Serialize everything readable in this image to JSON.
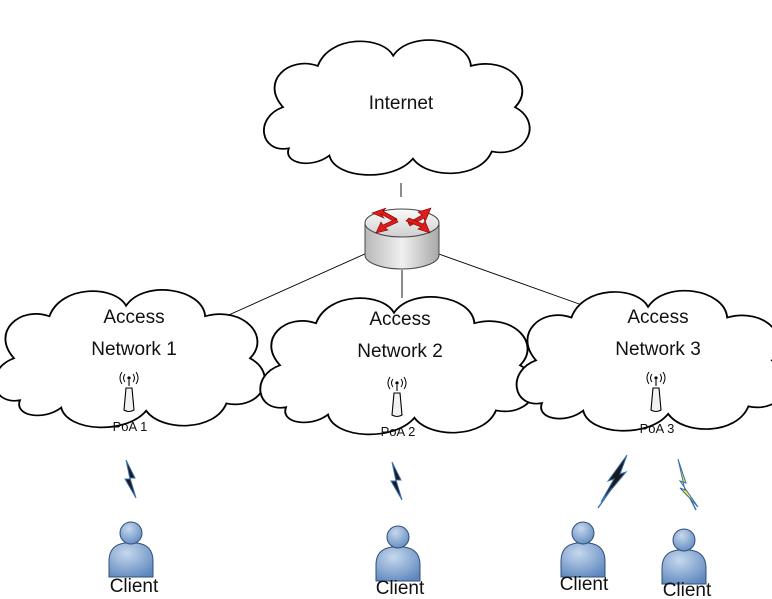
{
  "internet": {
    "label": "Internet"
  },
  "networks": [
    {
      "line1": "Access",
      "line2": "Network 1",
      "poa": "PoA 1"
    },
    {
      "line1": "Access",
      "line2": "Network 2",
      "poa": "PoA 2"
    },
    {
      "line1": "Access",
      "line2": "Network 3",
      "poa": "PoA 3"
    }
  ],
  "clients": [
    {
      "label": "Client"
    },
    {
      "label": "Client"
    },
    {
      "label": "Client"
    },
    {
      "label": "Client"
    }
  ],
  "colors": {
    "router_arrows": "#e01b1b",
    "user_body": "#6f97c9",
    "bolt_dark": "#1a1a1a",
    "bolt_yellow": "#f2ea25",
    "bolt_edge": "#3a6fb0"
  },
  "icons": [
    "router-icon",
    "antenna-icon",
    "user-icon",
    "lightning-icon"
  ]
}
